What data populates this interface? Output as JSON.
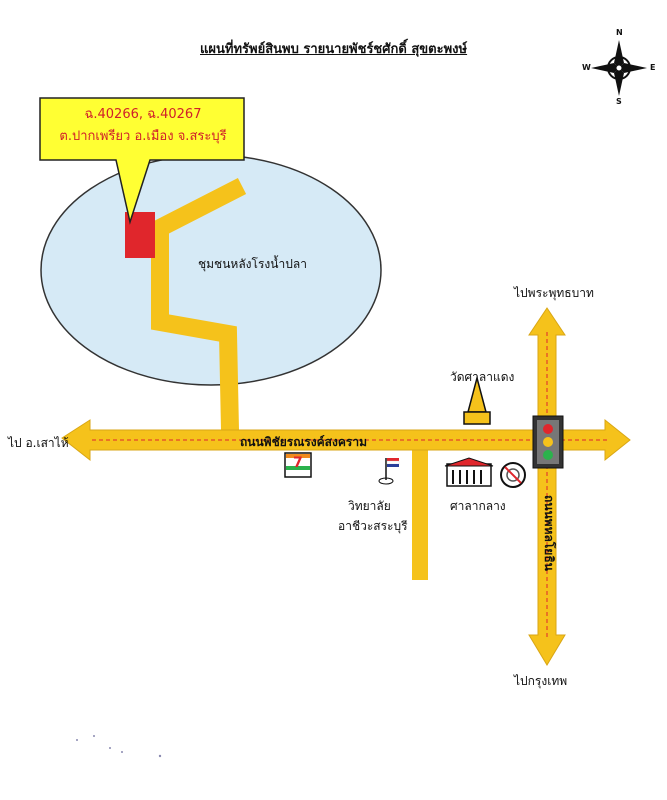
{
  "title": "แผนที่ทรัพย์สินพบ รายนายพัชร์ชศักดิ์ สุขตะพงษ์",
  "compass": {
    "n": "N",
    "s": "S",
    "e": "E",
    "w": "W"
  },
  "callout": {
    "line1": "ฉ.40266, ฉ.40267",
    "line2": "ต.ปากเพรียว อ.เมือง จ.สระบุรี"
  },
  "area_label": "ชุมชนหลังโรงน้ำปลา",
  "roads": {
    "horizontal": "ถนนพิชัยรณรงค์สงคราม",
    "vertical": "ถนนพหลโยธิน"
  },
  "directions": {
    "west": "ไป อ.เสาไห้",
    "north": "ไปพระพุทธบาท",
    "south": "ไปกรุงเทพ"
  },
  "landmarks": {
    "temple": "วัดศาลาแดง",
    "college_line1": "วิทยาลัย",
    "college_line2": "อาชีวะสระบุรี",
    "court": "ศาลากลาง",
    "store": "7"
  },
  "colors": {
    "road": "#f5c21b",
    "road_edge": "#d9a614",
    "area_fill": "#d6eaf6",
    "plot": "#e0262c",
    "callout_fill": "#ffff33",
    "callout_text": "#d0202a",
    "centerline": "#e0262c"
  }
}
